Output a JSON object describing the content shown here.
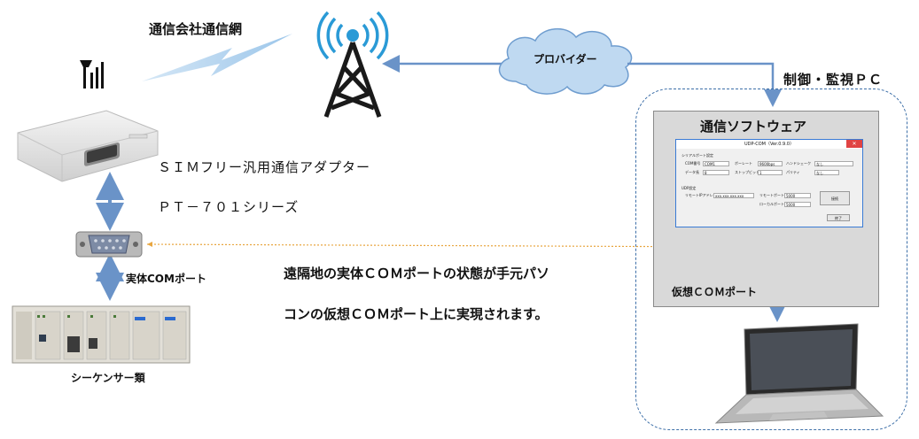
{
  "network": {
    "carrier_label": "通信会社通信網",
    "provider_label": "プロバイダー",
    "control_pc_label": "制御・監視ＰＣ"
  },
  "adapter": {
    "product_line1": "ＳＩＭフリー汎用通信アダプター",
    "product_line2": "ＰＴ－７０１シリーズ"
  },
  "physical_port_label": "実体COMポート",
  "plc_label": "シーケンサー類",
  "description": {
    "line1": "遠隔地の実体ＣＯＭポートの状態が手元パソ",
    "line2": "コンの仮想ＣＯＭポート上に実現されます。"
  },
  "software": {
    "panel_title": "通信ソフトウェア",
    "virtual_port_label": "仮想ＣＯＭポート",
    "window": {
      "title": "UDP-COM（Ver.0.9.0）",
      "serial_group": "シリアルポート設定",
      "com_label": "COM番号",
      "com_value": "COM1",
      "baud_label": "ボーレート",
      "baud_value": "9600bps",
      "handshake_label": "ハンドシェーク",
      "handshake_value": "なし",
      "databits_label": "データ長",
      "databits_value": "8",
      "stopbits_label": "ストップビット",
      "stopbits_value": "1",
      "parity_label": "パリティ",
      "parity_value": "なし",
      "udp_group": "UDP設定",
      "remote_ip_label": "リモートIPアドレス",
      "remote_ip_value": "xxx.xxx.xxx.xxx",
      "remote_port_label": "リモートポート",
      "remote_port_value": "5000",
      "local_port_label": "ローカルポート",
      "local_port_value": "5000",
      "connect_button": "接続",
      "exit_button": "終了"
    }
  },
  "colors": {
    "arrow": "#6a93c8",
    "dotted_link": "#e8a640",
    "region_border": "#3d6fa8",
    "tower": "#1a1a1a",
    "signal": "#2a9ad6",
    "cloud_fill": "#bfd9f1",
    "cloud_stroke": "#6f9dcf"
  }
}
